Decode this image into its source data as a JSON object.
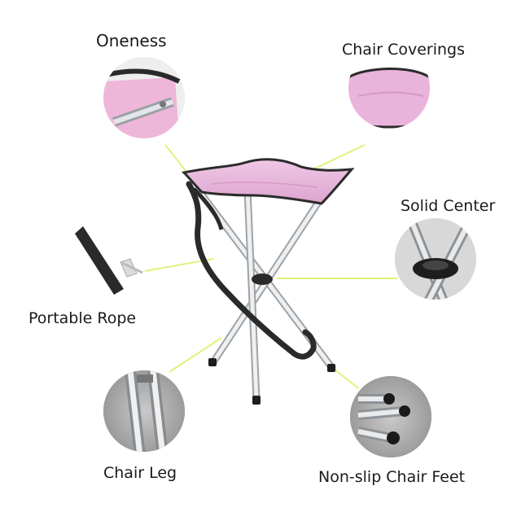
{
  "labels": {
    "oneness": "Oneness",
    "chair_coverings": "Chair Coverings",
    "solid_center": "Solid Center",
    "portable_rope": "Portable Rope",
    "chair_leg": "Chair Leg",
    "non_slip_feet": "Non-slip Chair Feet"
  },
  "colors": {
    "fabric": "#e8b6dc",
    "fabric_edge": "#2b2b2b",
    "leg_metal": "#d9dde0",
    "strap": "#2a2a2a",
    "leader_line": "#e4f07a"
  }
}
